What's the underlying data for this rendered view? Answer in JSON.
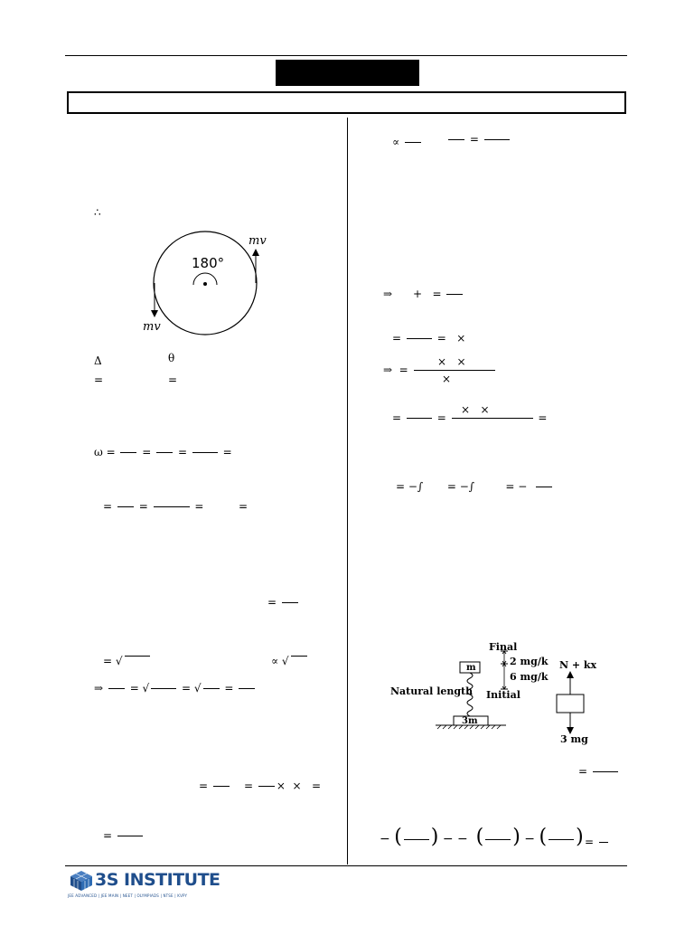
{
  "header": {
    "title_box": "",
    "subtitle_box": ""
  },
  "diagram1": {
    "angle_label": "180°",
    "momentum_top": "mv",
    "momentum_bottom": "mv"
  },
  "diagram2": {
    "final": "Final",
    "two_mgk": "2 mg/k",
    "six_mgk": "6 mg/k",
    "initial": "Initial",
    "natural_length": "Natural length",
    "mass_top": "m",
    "mass_base": "3m",
    "force_up": "N + kx",
    "force_down": "3 mg"
  },
  "footer": {
    "brand": "3S INSTITUTE",
    "tagline": "JEE ADVANCED | JEE MAIN | NEET | OLYMPIADS | NTSE | KVPY"
  }
}
